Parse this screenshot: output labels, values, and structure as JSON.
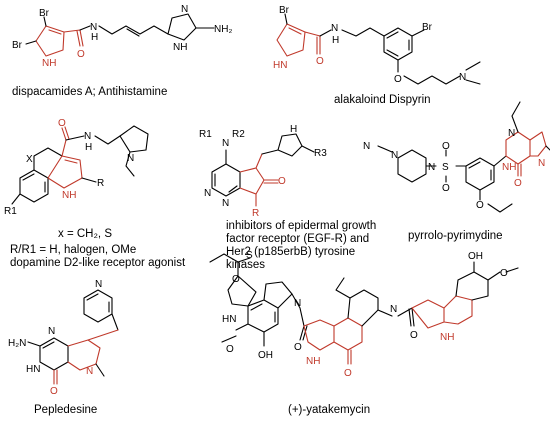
{
  "captions": {
    "dispacamide": "dispacamides A; Antihistamine",
    "dispyrin": "alakaloind Dispyrin",
    "dopamine_1": "x = CH₂, S",
    "dopamine_2": "R/R1 = H, halogen, OMe",
    "dopamine_3": "dopamine D2-like receptor agonist",
    "egfr_1": "inhibitors of epidermal growth",
    "egfr_2": "factor receptor (EGF-R) and",
    "egfr_3": "Her2 (p185erbB) tyrosine",
    "egfr_4": "kinases",
    "pyrrolo": "pyrrolo-pyrimydine",
    "pepledesine": "Pepledesine",
    "yatakemycin": "(+)-yatakemycin"
  },
  "atoms": {
    "br": "Br",
    "n": "N",
    "h": "H",
    "nh": "NH",
    "hn": "HN",
    "o": "O",
    "s": "S",
    "oh": "OH",
    "nh2": "NH₂",
    "h2n": "H₂N",
    "x": "X",
    "r": "R",
    "r1": "R1",
    "r3": "R3",
    "r1n": "R1",
    "r2": "R2"
  },
  "colors": {
    "ink": "#000000",
    "scaffold": "#c0392b"
  }
}
